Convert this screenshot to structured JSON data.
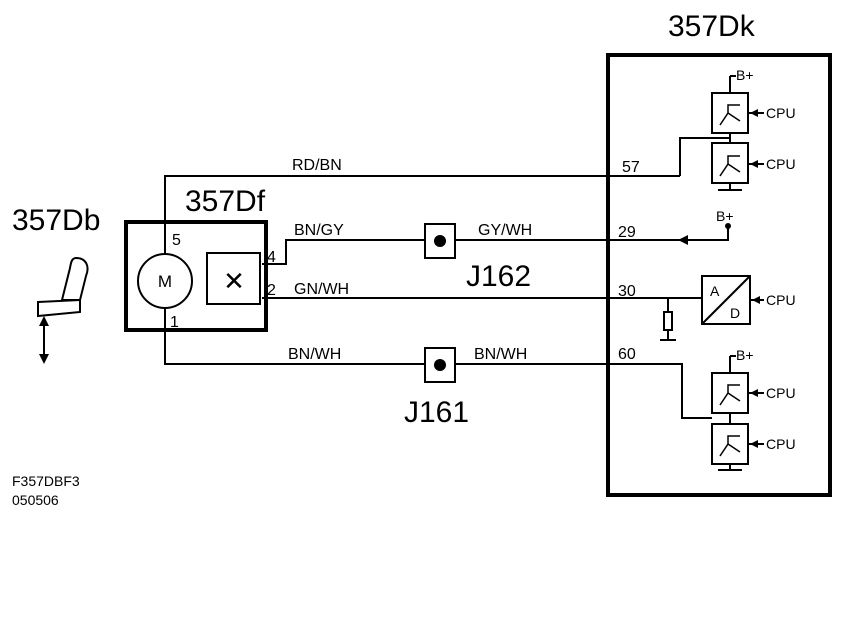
{
  "components": {
    "control_module": "357Dk",
    "seat_label": "357Db",
    "motor_unit": "357Df",
    "motor_symbol": "M",
    "sensor_symbol": "✕"
  },
  "connectors": {
    "j162": "J162",
    "j161": "J161"
  },
  "pins": {
    "motor_5": "5",
    "motor_4": "4",
    "motor_2": "2",
    "motor_1": "1",
    "module_57": "57",
    "module_29": "29",
    "module_30": "30",
    "module_60": "60"
  },
  "wires": {
    "rd_bn": "RD/BN",
    "bn_gy": "BN/GY",
    "gy_wh": "GY/WH",
    "gn_wh": "GN/WH",
    "bn_wh_left": "BN/WH",
    "bn_wh_right": "BN/WH"
  },
  "internal": {
    "bplus_top": "B+",
    "bplus_29": "B+",
    "bplus_bottom": "B+",
    "cpu_1": "CPU",
    "cpu_2": "CPU",
    "cpu_3": "CPU",
    "cpu_4": "CPU",
    "cpu_5": "CPU",
    "ad_a": "A",
    "ad_d": "D"
  },
  "footer": {
    "code": "F357DBF3",
    "date": "050506"
  }
}
